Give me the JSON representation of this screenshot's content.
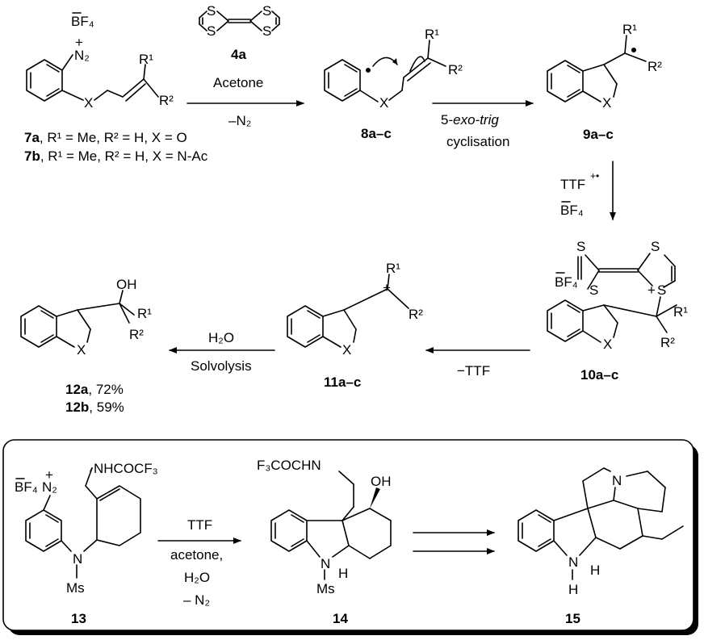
{
  "compounds": {
    "c4a": "4a",
    "c7a": "7a",
    "c7b": "7b",
    "c8": "8a–c",
    "c9": "9a–c",
    "c10": "10a–c",
    "c11": "11a–c",
    "c12a": "12a",
    "c12b": "12b",
    "c13": "13",
    "c14": "14",
    "c15": "15"
  },
  "substituents": {
    "s7a": ", R¹ = Me, R² = H, X = O",
    "s7b": ", R¹ = Me, R² = H, X = N-Ac"
  },
  "yields": {
    "y12a": ", 72%",
    "y12b": ", 59%"
  },
  "conditions": {
    "acetone": "Acetone",
    "minus_n2": "–N₂",
    "exo_prefix": "5-",
    "exo_italic": "exo-trig",
    "cyclisation": "cyclisation",
    "ttf_radical": "TTF",
    "ttf_charge": "+•",
    "bf4_minus": "BF₄",
    "water": "H₂O",
    "solvolysis": "Solvolysis",
    "minus_ttf": "−TTF",
    "ttf": "TTF",
    "acetone_comma": "acetone,",
    "water_b": "H₂O",
    "minus_n2_b": "– N₂"
  },
  "atoms": {
    "n2": "N₂",
    "plus": "+",
    "bf4": "BF₄",
    "x": "X",
    "s": "S",
    "r1": "R¹",
    "r2": "R²",
    "oh": "OH",
    "n": "N",
    "ms": "Ms",
    "h": "H",
    "nhcocf3": "NHCOCF₃",
    "f3cocchn": "F₃COCHN",
    "minus": "−",
    "dot": "•"
  }
}
